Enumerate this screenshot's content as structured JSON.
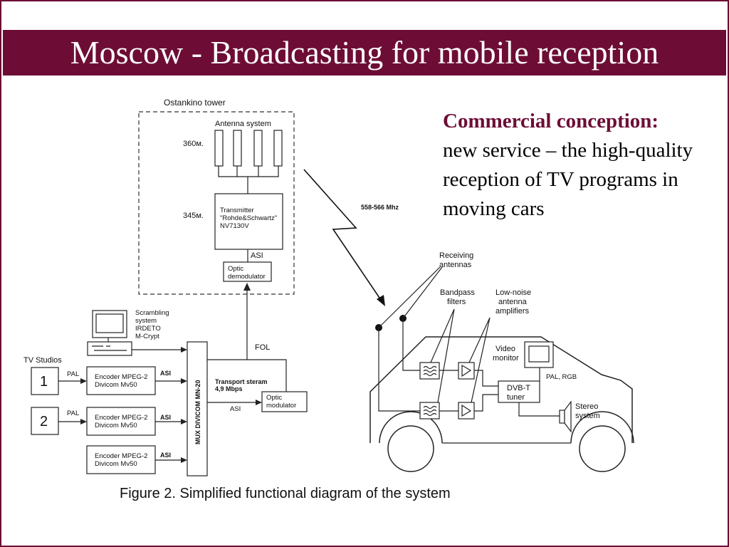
{
  "title": "Moscow - Broadcasting for mobile reception",
  "note": {
    "heading": "Commercial conception:",
    "body": "new service – the high-quality reception of TV programs in moving cars"
  },
  "diagram": {
    "tower": {
      "label": "Ostankino tower",
      "antenna_system": "Antenna system",
      "antenna_height": "360м.",
      "transmitter_height": "345м.",
      "transmitter_line1": "Transmitter",
      "transmitter_line2": "\"Rohde&Schwartz\"",
      "transmitter_line3": "NV7130V",
      "asi": "ASI",
      "demod_line1": "Optic",
      "demod_line2": "demodulator"
    },
    "frequency": "558-566 Mhz",
    "fol": "FOL",
    "scrambling": [
      "Scrambling",
      "system",
      "IRDETO",
      "M-Crypt"
    ],
    "tv_studios": "TV Studios",
    "studios": [
      "1",
      "2"
    ],
    "pal": "PAL",
    "asi": "ASI",
    "encoder_line1": "Encoder MPEG-2",
    "encoder_line2": "Divicom Mv50",
    "mux": "MUX DIVICOM MN-20",
    "transport_line1": "Transport steram",
    "transport_line2": "4,9 Mbps",
    "modulator_line1": "Optic",
    "modulator_line2": "modulator",
    "car": {
      "receiving": [
        "Receiving",
        "antennas"
      ],
      "bandpass": [
        "Bandpass",
        "filters"
      ],
      "lna": [
        "Low-noise",
        "antenna",
        "amplifiers"
      ],
      "video_monitor": [
        "Video",
        "monitor"
      ],
      "pal_rgb": "PAL, RGB",
      "tuner": [
        "DVB-T",
        "tuner"
      ],
      "stereo": [
        "Stereo",
        "system"
      ]
    },
    "caption": "Figure 2.  Simplified functional diagram of the system"
  }
}
